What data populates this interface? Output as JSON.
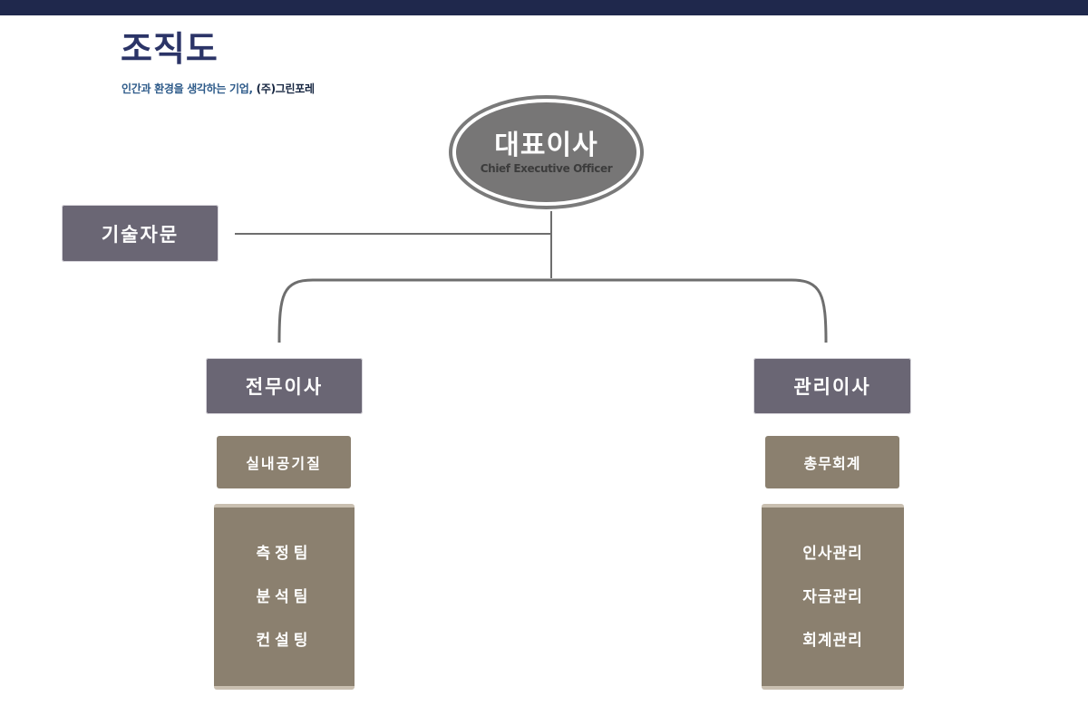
{
  "header": {
    "title": "조직도",
    "subtitle": "인간과  환경을 생각하는 기업,",
    "company": "(주)그린포레"
  },
  "ceo": {
    "title": "대표이사",
    "subtitle": "Chief Executive Officer"
  },
  "advisor": {
    "label": "기술자문"
  },
  "left_branch": {
    "title": "전무이사",
    "department": "실내공기질",
    "teams": [
      "측정팀",
      "분석팀",
      "컨설팅"
    ]
  },
  "right_branch": {
    "title": "관리이사",
    "department": "총무회계",
    "teams": [
      "인사관리",
      "자금관리",
      "회계관리"
    ]
  },
  "colors": {
    "topbar": "#1f284c",
    "title": "#2b3467",
    "role_box": "#6a6674",
    "dept_box": "#8b806f",
    "ceo_fill": "#777676"
  }
}
